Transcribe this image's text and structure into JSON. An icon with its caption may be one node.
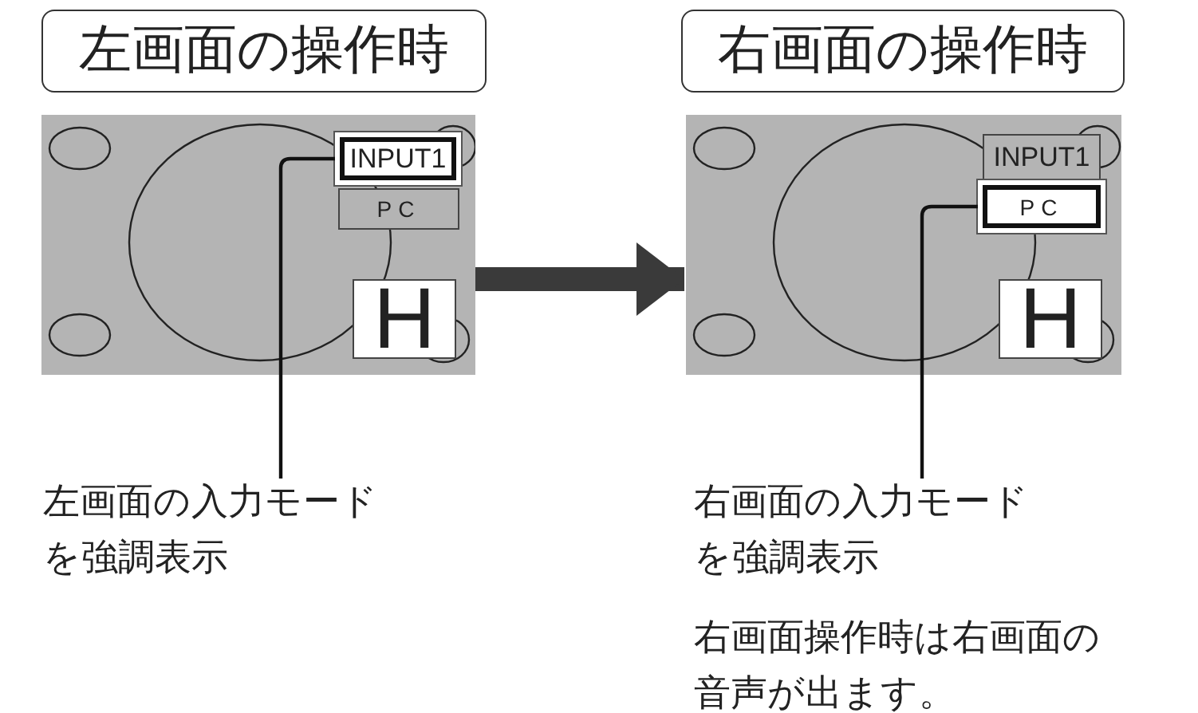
{
  "diagram": {
    "nodes": [
      {
        "text": [
          "左画面の操作時"
        ]
      },
      {
        "text": [],
        "shape": "box"
      },
      {
        "text": [
          "INPUT1"
        ],
        "in": 1
      },
      {
        "text": [
          "PC"
        ],
        "in": 1
      },
      {
        "text": [
          "H"
        ],
        "in": 1
      },
      {
        "text": [
          "左画面の入力モードを強調表示"
        ]
      },
      {
        "text": [
          "右画面の操作時"
        ]
      },
      {
        "text": [],
        "shape": "box"
      },
      {
        "text": [
          "INPUT1"
        ],
        "in": 7
      },
      {
        "text": [
          "PC"
        ],
        "in": 7
      },
      {
        "text": [
          "H"
        ],
        "in": 7
      },
      {
        "text": [
          "右画面の入力モードを強調表示"
        ]
      }
    ],
    "edges": [
      {
        "from": 1,
        "to": 7,
        "arrow": "to",
        "style": "thick",
        "color": "#3a3a3a"
      },
      {
        "from": 5,
        "to": 2,
        "arrow": "none"
      },
      {
        "from": 11,
        "to": 9,
        "arrow": "none"
      }
    ],
    "labels": [
      "右画面操作時は右画面の音声が出ます。"
    ]
  }
}
